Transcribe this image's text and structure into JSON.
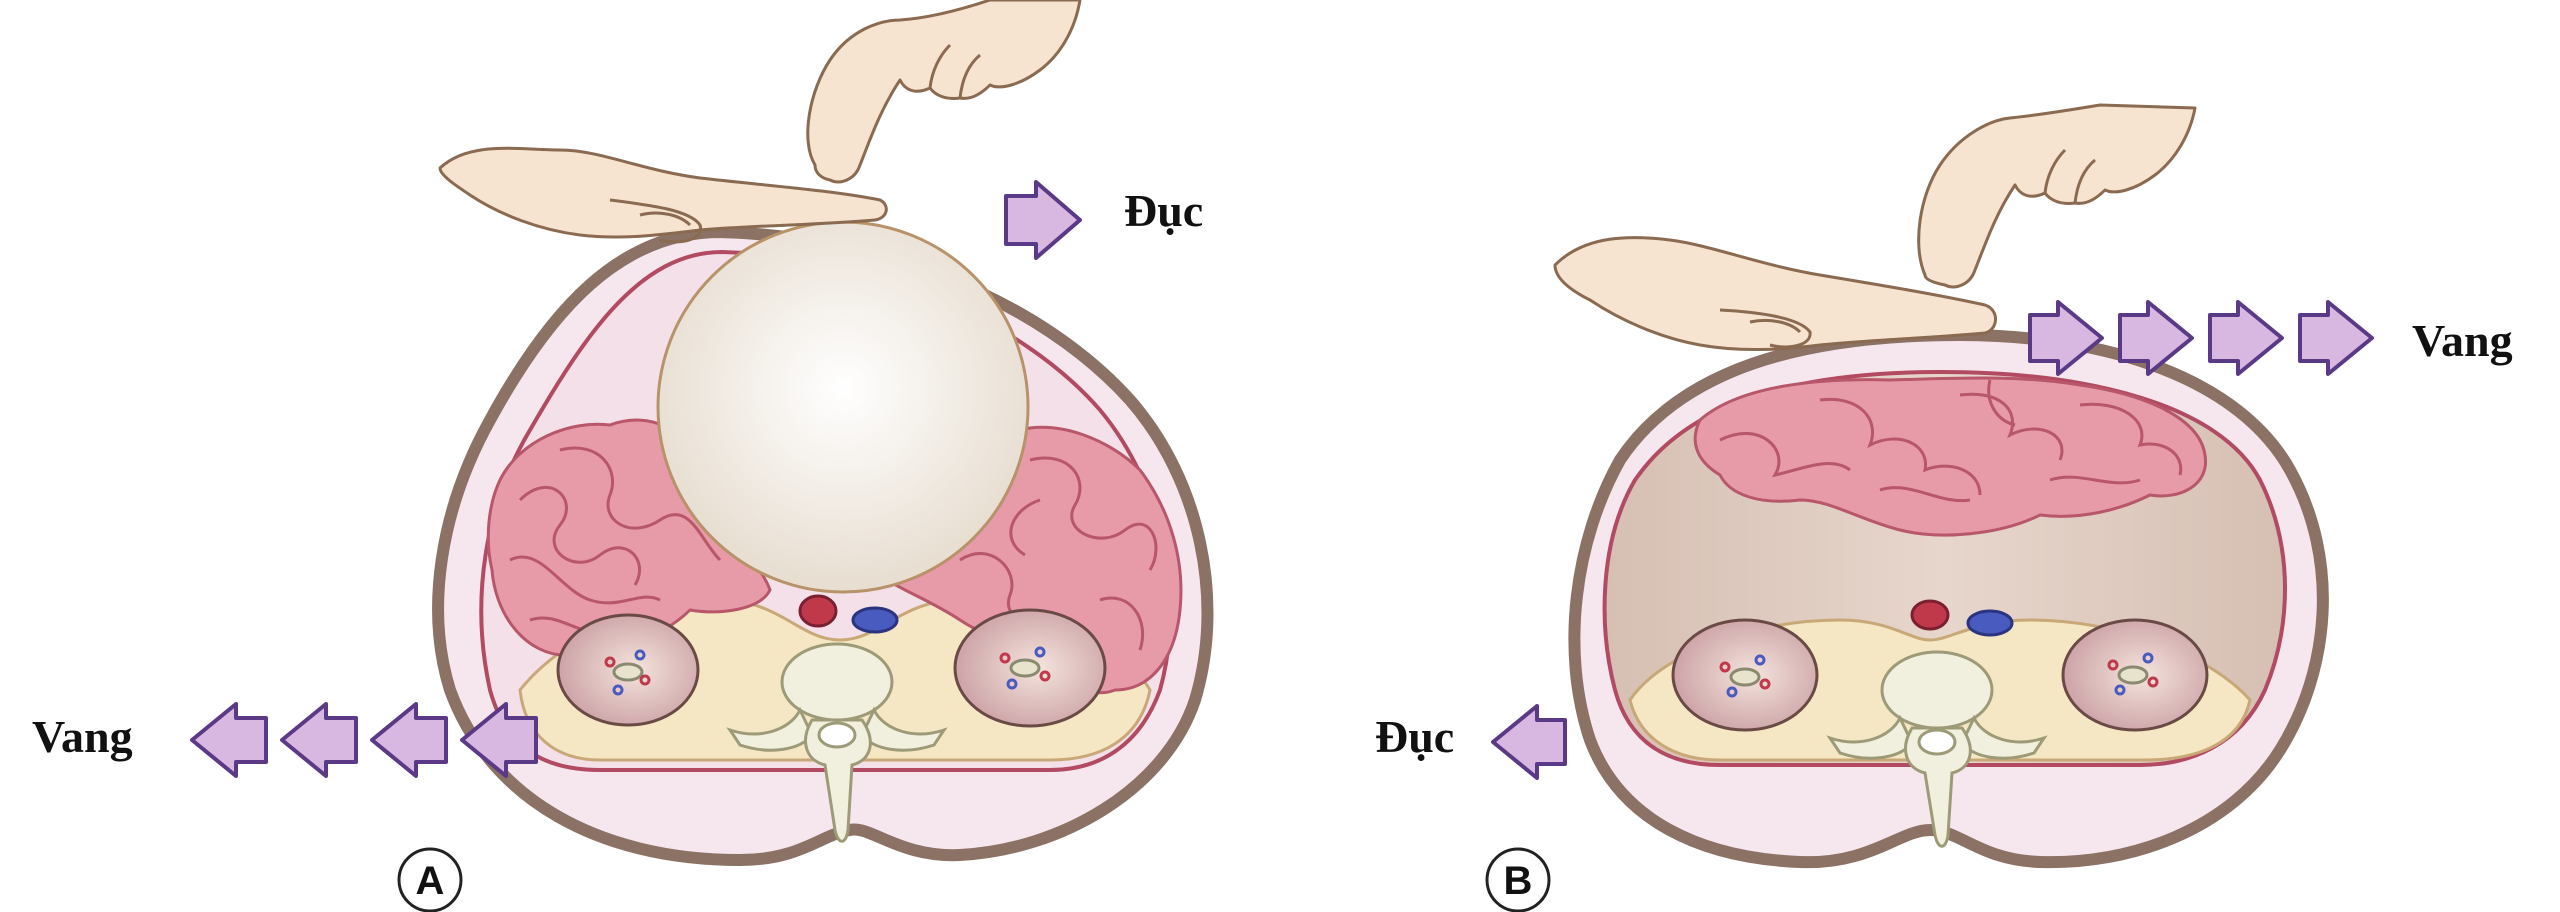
{
  "panels": [
    {
      "id": "A",
      "top_label": "Đục",
      "side_label": "Vang",
      "top_arrow_count": 1,
      "side_arrow_count": 4
    },
    {
      "id": "B",
      "top_label": "Vang",
      "side_label": "Đục",
      "top_arrow_count": 4,
      "side_arrow_count": 1
    }
  ],
  "colors": {
    "body_wall": "#8c7165",
    "peritoneum": "#b24a62",
    "cavity": "#f5e4ec",
    "intestine": "#e79aa8",
    "intestine_line": "#b8566a",
    "fluid": "#dcc7bd",
    "mass": "#f3ece3",
    "fat": "#f6e7c4",
    "arrow_fill": "#d8b8e0",
    "arrow_stroke": "#5a3a86",
    "artery": "#c0394a",
    "vein": "#4a5bbf",
    "bone": "#f1efdd",
    "skin": "#f6e3d0"
  }
}
